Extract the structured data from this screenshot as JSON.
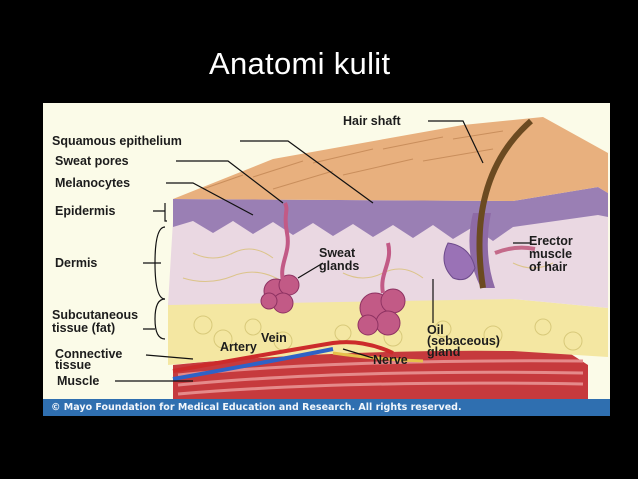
{
  "slide": {
    "title": "Anatomi kulit"
  },
  "diagram": {
    "labels": {
      "squamous_epithelium": "Squamous epithelium",
      "sweat_pores": "Sweat pores",
      "melanocytes": "Melanocytes",
      "epidermis": "Epidermis",
      "dermis": "Dermis",
      "subcutaneous_tissue": "Subcutaneous\ntissue (fat)",
      "connective_tissue": "Connective\ntissue",
      "muscle": "Muscle",
      "artery": "Artery",
      "vein": "Vein",
      "nerve": "Nerve",
      "sweat_glands": "Sweat\nglands",
      "hair_shaft": "Hair shaft",
      "erector_muscle": "Erector\nmuscle\nof hair",
      "oil_gland": "Oil\n(sebaceous)\ngland"
    },
    "credit": "© Mayo Foundation for Medical Education and Research.  All rights reserved.",
    "colors": {
      "surface": "#e8b07e",
      "epidermis": "#9a7fb4",
      "dermis": "#ead8e2",
      "fat": "#f4e7a2",
      "gland": "#c25a86",
      "artery": "#cc2b2b",
      "vein": "#2f62c6",
      "nerve": "#e5c24a",
      "muscle": "#c63a3d",
      "hair": "#6b4a21",
      "credit_bar": "#2f6fb0"
    }
  }
}
